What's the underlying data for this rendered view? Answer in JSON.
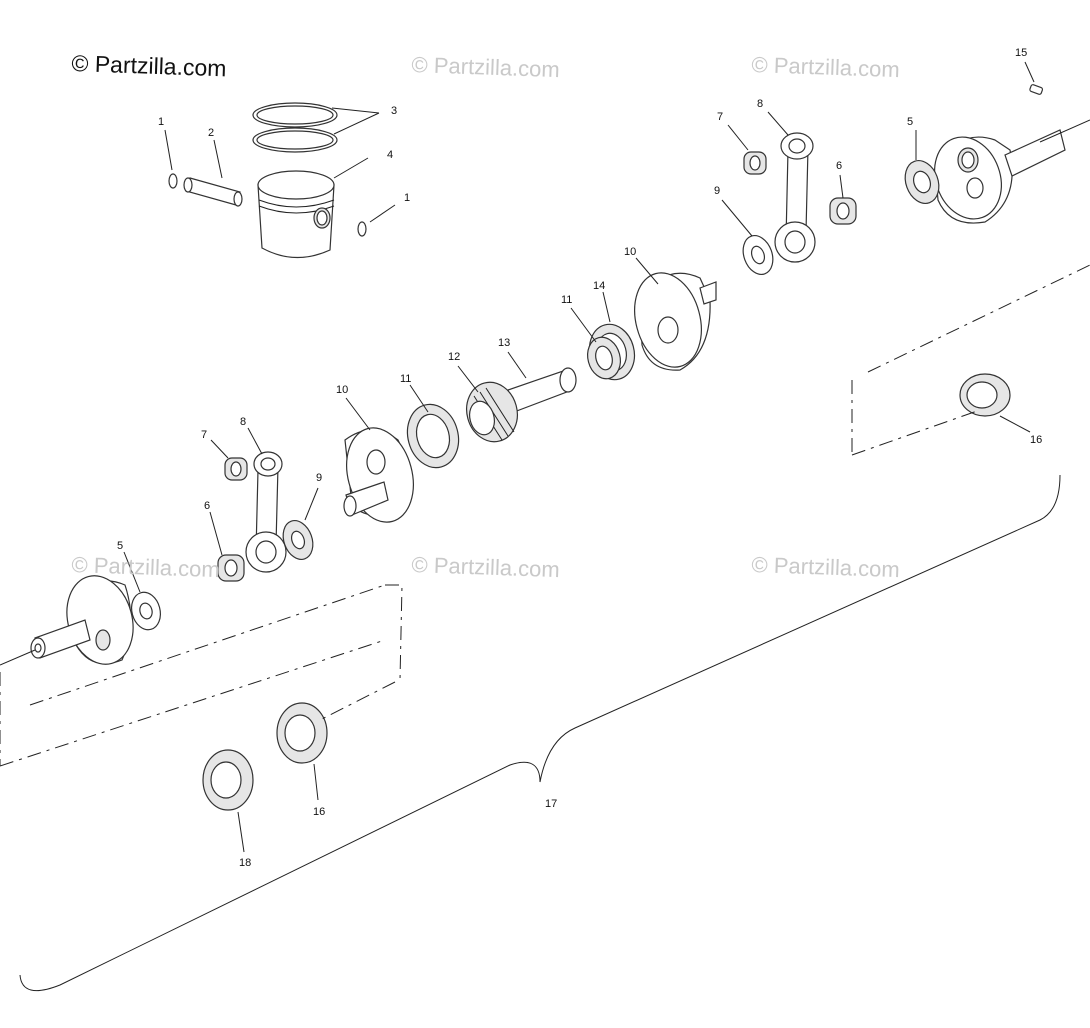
{
  "brand": "© Partzilla.com",
  "watermarks": [
    "© Partzilla.com",
    "© Partzilla.com",
    "© Partzilla.com",
    "© Partzilla.com",
    "© Partzilla.com"
  ],
  "callouts": [
    "1",
    "2",
    "3",
    "4",
    "1",
    "15",
    "8",
    "7",
    "5",
    "6",
    "9",
    "10",
    "14",
    "11",
    "13",
    "12",
    "11",
    "10",
    "7",
    "8",
    "9",
    "6",
    "5",
    "16",
    "16",
    "17",
    "18"
  ],
  "colors": {
    "ink": "#222222",
    "watermark": "#c9c9c9",
    "part_fill": "#e6e6e6"
  }
}
